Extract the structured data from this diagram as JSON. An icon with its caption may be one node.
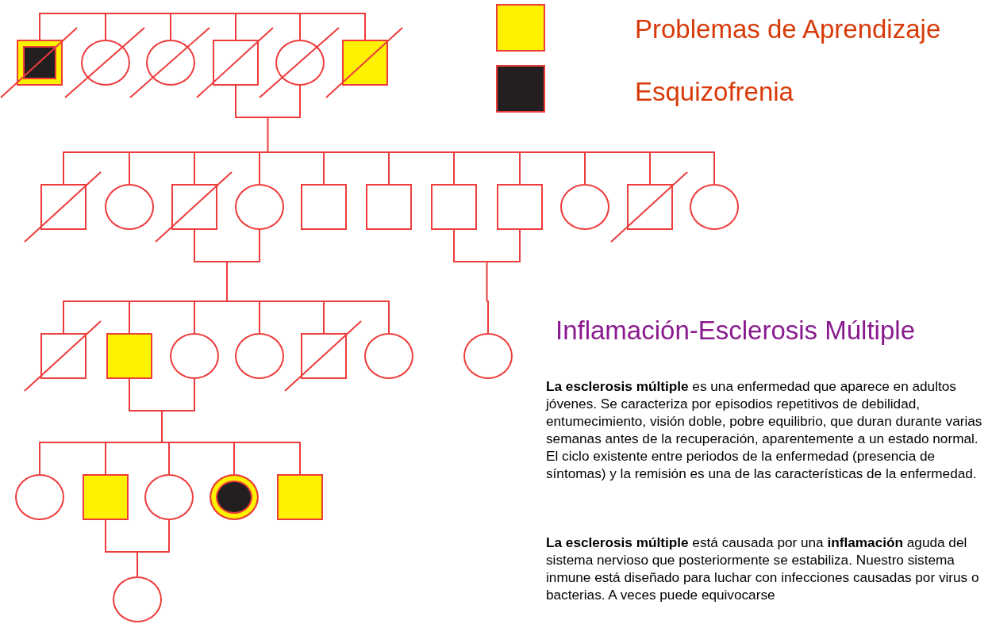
{
  "diagram": {
    "title": "Inflamación-Esclerosis Múltiple",
    "nodes": [
      {
        "text": [],
        "shape": "box"
      },
      {
        "text": [],
        "shape": "circle"
      },
      {
        "text": [],
        "shape": "circle"
      },
      {
        "text": [],
        "shape": "box"
      },
      {
        "text": [],
        "shape": "circle"
      },
      {
        "text": [],
        "shape": "box"
      },
      {
        "text": [],
        "shape": "box"
      },
      {
        "text": [],
        "shape": "circle"
      },
      {
        "text": [],
        "shape": "box"
      },
      {
        "text": [],
        "shape": "circle"
      },
      {
        "text": [],
        "shape": "box"
      },
      {
        "text": [],
        "shape": "box"
      },
      {
        "text": [],
        "shape": "box"
      },
      {
        "text": [],
        "shape": "box"
      },
      {
        "text": [],
        "shape": "circle"
      },
      {
        "text": [],
        "shape": "box"
      },
      {
        "text": [],
        "shape": "circle"
      },
      {
        "text": [],
        "shape": "box"
      },
      {
        "text": [],
        "shape": "box"
      },
      {
        "text": [],
        "shape": "circle"
      },
      {
        "text": [],
        "shape": "circle"
      },
      {
        "text": [],
        "shape": "box"
      },
      {
        "text": [],
        "shape": "circle"
      },
      {
        "text": [],
        "shape": "circle"
      },
      {
        "text": [],
        "shape": "circle"
      },
      {
        "text": [],
        "shape": "box"
      },
      {
        "text": [],
        "shape": "circle"
      },
      {
        "text": [],
        "shape": "circle"
      },
      {
        "text": [],
        "shape": "box"
      },
      {
        "text": [],
        "shape": "circle"
      }
    ],
    "edges": [
      {
        "from": 0,
        "to": 1,
        "arrow": "none"
      },
      {
        "from": 0,
        "to": 2,
        "arrow": "none"
      },
      {
        "from": 0,
        "to": 3,
        "arrow": "none"
      },
      {
        "from": 0,
        "to": 4,
        "arrow": "none"
      },
      {
        "from": 0,
        "to": 5,
        "arrow": "none"
      },
      {
        "from": 3,
        "to": 6,
        "arrow": "none"
      },
      {
        "from": 4,
        "to": 6,
        "arrow": "none"
      },
      {
        "from": 3,
        "to": 7,
        "arrow": "none"
      },
      {
        "from": 4,
        "to": 7,
        "arrow": "none"
      },
      {
        "from": 3,
        "to": 8,
        "arrow": "none"
      },
      {
        "from": 4,
        "to": 8,
        "arrow": "none"
      },
      {
        "from": 3,
        "to": 9,
        "arrow": "none"
      },
      {
        "from": 4,
        "to": 9,
        "arrow": "none"
      },
      {
        "from": 3,
        "to": 10,
        "arrow": "none"
      },
      {
        "from": 4,
        "to": 10,
        "arrow": "none"
      },
      {
        "from": 3,
        "to": 11,
        "arrow": "none"
      },
      {
        "from": 4,
        "to": 11,
        "arrow": "none"
      },
      {
        "from": 3,
        "to": 12,
        "arrow": "none"
      },
      {
        "from": 4,
        "to": 12,
        "arrow": "none"
      },
      {
        "from": 3,
        "to": 13,
        "arrow": "none"
      },
      {
        "from": 4,
        "to": 13,
        "arrow": "none"
      },
      {
        "from": 3,
        "to": 14,
        "arrow": "none"
      },
      {
        "from": 4,
        "to": 14,
        "arrow": "none"
      },
      {
        "from": 3,
        "to": 15,
        "arrow": "none"
      },
      {
        "from": 4,
        "to": 15,
        "arrow": "none"
      },
      {
        "from": 3,
        "to": 16,
        "arrow": "none"
      },
      {
        "from": 4,
        "to": 16,
        "arrow": "none"
      },
      {
        "from": 8,
        "to": 17,
        "arrow": "none"
      },
      {
        "from": 9,
        "to": 17,
        "arrow": "none"
      },
      {
        "from": 8,
        "to": 18,
        "arrow": "none"
      },
      {
        "from": 9,
        "to": 18,
        "arrow": "none"
      },
      {
        "from": 8,
        "to": 19,
        "arrow": "none"
      },
      {
        "from": 9,
        "to": 19,
        "arrow": "none"
      },
      {
        "from": 8,
        "to": 20,
        "arrow": "none"
      },
      {
        "from": 9,
        "to": 20,
        "arrow": "none"
      },
      {
        "from": 8,
        "to": 21,
        "arrow": "none"
      },
      {
        "from": 9,
        "to": 21,
        "arrow": "none"
      },
      {
        "from": 8,
        "to": 22,
        "arrow": "none"
      },
      {
        "from": 9,
        "to": 22,
        "arrow": "none"
      },
      {
        "from": 12,
        "to": 23,
        "arrow": "none"
      },
      {
        "from": 13,
        "to": 23,
        "arrow": "none"
      },
      {
        "from": 18,
        "to": 24,
        "arrow": "none"
      },
      {
        "from": 19,
        "to": 24,
        "arrow": "none"
      },
      {
        "from": 18,
        "to": 25,
        "arrow": "none"
      },
      {
        "from": 19,
        "to": 25,
        "arrow": "none"
      },
      {
        "from": 18,
        "to": 26,
        "arrow": "none"
      },
      {
        "from": 19,
        "to": 26,
        "arrow": "none"
      },
      {
        "from": 18,
        "to": 27,
        "arrow": "none"
      },
      {
        "from": 19,
        "to": 27,
        "arrow": "none"
      },
      {
        "from": 18,
        "to": 28,
        "arrow": "none"
      },
      {
        "from": 19,
        "to": 28,
        "arrow": "none"
      },
      {
        "from": 25,
        "to": 29,
        "arrow": "none"
      },
      {
        "from": 26,
        "to": 29,
        "arrow": "none"
      }
    ],
    "labels": [
      "**La esclerosis múltiple** es una enfermedad que aparece en adultos jóvenes. Se caracteriza por episodios repetitivos de debilidad, entumecimiento, visión doble, pobre equilibrio, que duran durante varias semanas antes de la recuperación, aparentemente a un estado normal. El ciclo existente entre periodos de la enfermedad (presencia de síntomas) y la remisión es una de las características de la enfermedad.",
      "**La esclerosis múltiple** está causada por una **inflamación** aguda del sistema nervioso que posteriormente se estabiliza. Nuestro sistema inmune está diseñado para luchar con infecciones causadas por virus o bacterias. A veces puede equivocarse"
    ],
    "legend": [
      {
        "text": "Problemas de Aprendizaje",
        "color": "#fff200"
      },
      {
        "text": "Esquizofrenia",
        "color": "#231f20"
      }
    ]
  }
}
